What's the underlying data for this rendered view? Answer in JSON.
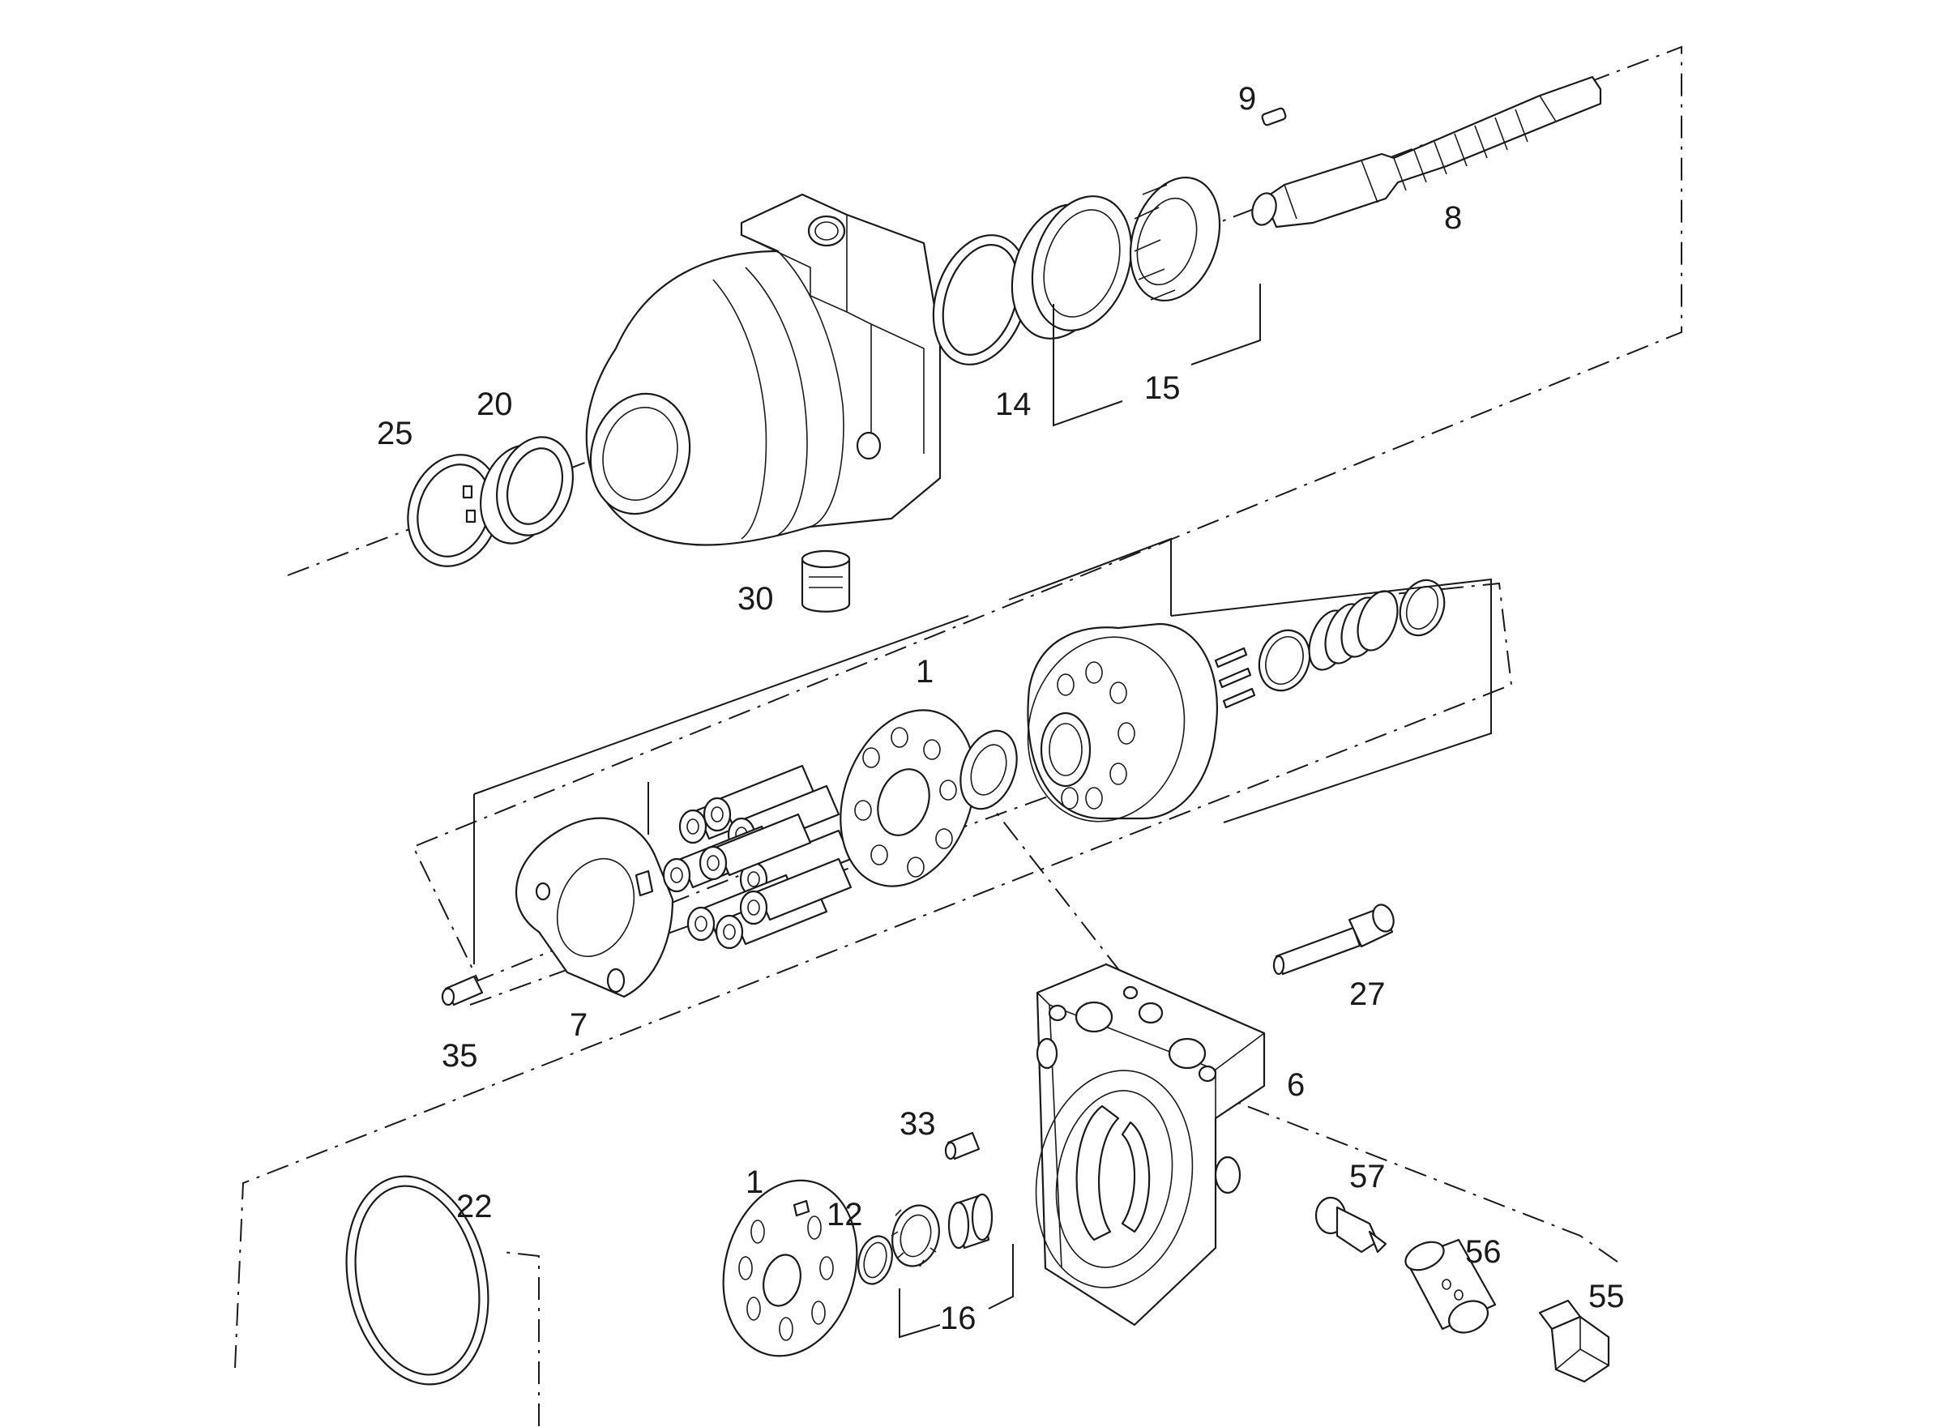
{
  "diagram": {
    "labels": {
      "p1_upper": "1",
      "p1_lower": "1",
      "p6": "6",
      "p7": "7",
      "p8": "8",
      "p9": "9",
      "p12": "12",
      "p14": "14",
      "p15": "15",
      "p16": "16",
      "p20": "20",
      "p22": "22",
      "p25": "25",
      "p27": "27",
      "p30": "30",
      "p33": "33",
      "p35": "35",
      "p55": "55",
      "p56": "56",
      "p57": "57"
    }
  }
}
